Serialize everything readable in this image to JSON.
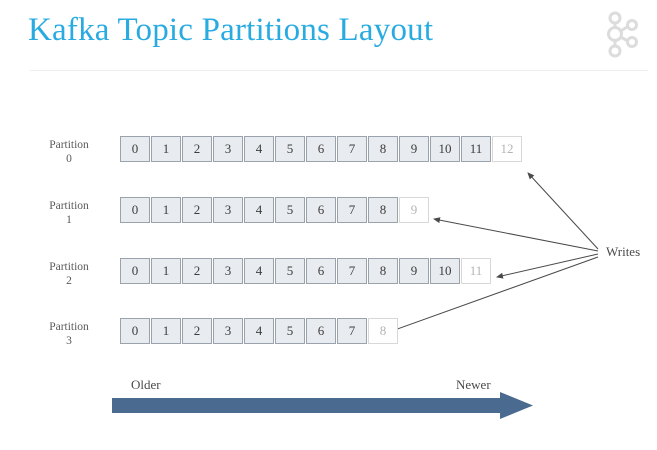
{
  "header": {
    "title": "Kafka Topic Partitions Layout",
    "logo_icon": "kafka-logo-icon",
    "title_color": "#29abe2",
    "divider_color": "#eeeeee"
  },
  "diagram": {
    "partition_label_prefix": "Partition",
    "segment_fill_color": "#e8ebef",
    "segment_border_color": "#9aa2ac",
    "empty_segment_fill_color": "#ffffff",
    "empty_segment_text_color": "#b4b4b4",
    "partitions": [
      {
        "name": "Partition",
        "number": "0",
        "filled": [
          "0",
          "1",
          "2",
          "3",
          "4",
          "5",
          "6",
          "7",
          "8",
          "9",
          "10",
          "11"
        ],
        "empty": [
          "12"
        ]
      },
      {
        "name": "Partition",
        "number": "1",
        "filled": [
          "0",
          "1",
          "2",
          "3",
          "4",
          "5",
          "6",
          "7",
          "8"
        ],
        "empty": [
          "9"
        ]
      },
      {
        "name": "Partition",
        "number": "2",
        "filled": [
          "0",
          "1",
          "2",
          "3",
          "4",
          "5",
          "6",
          "7",
          "8",
          "9",
          "10"
        ],
        "empty": [
          "11"
        ]
      },
      {
        "name": "Partition",
        "number": "3",
        "filled": [
          "0",
          "1",
          "2",
          "3",
          "4",
          "5",
          "6",
          "7"
        ],
        "empty": [
          "8"
        ]
      }
    ],
    "writes_label": "Writes",
    "writes_arrow_icon": "write-arrow-icon",
    "time_axis": {
      "older_label": "Older",
      "newer_label": "Newer",
      "arrow_icon": "time-direction-arrow-icon",
      "arrow_color": "#4a6a8f"
    }
  }
}
